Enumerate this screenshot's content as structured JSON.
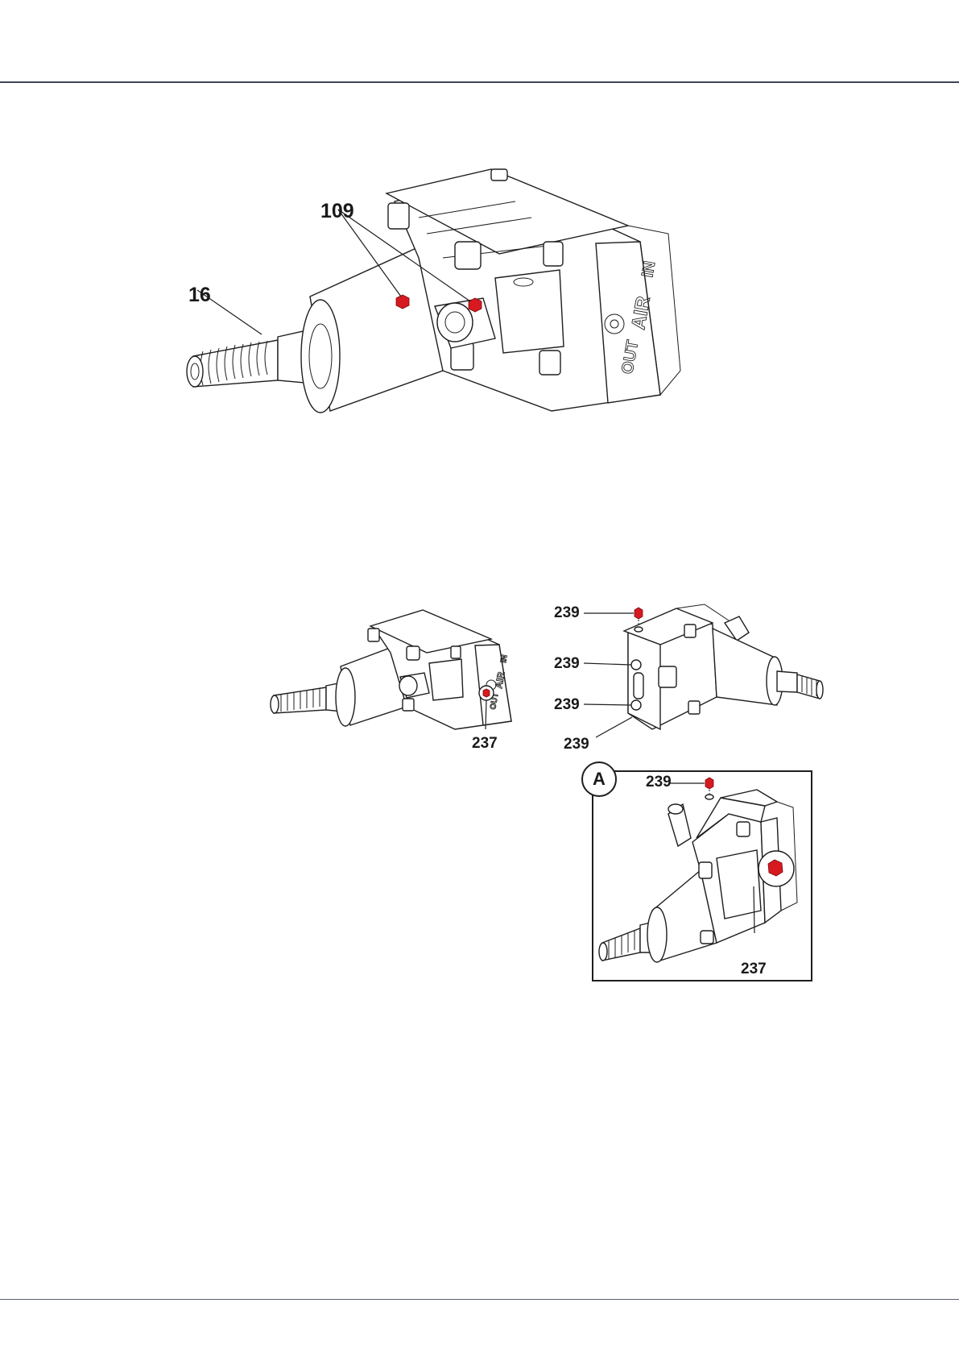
{
  "figure_top": {
    "callouts": {
      "c16": "16",
      "c109": "109"
    },
    "housing_text": {
      "out": "OUT",
      "air": "AIR",
      "in": "IN"
    }
  },
  "figure_bottom_left": {
    "callouts": {
      "c237": "237"
    },
    "housing_text": {
      "out": "OUT",
      "air": "AIR",
      "in": "IN"
    }
  },
  "figure_bottom_right": {
    "callouts": {
      "c239a": "239",
      "c239b": "239",
      "c239c": "239",
      "c239d": "239"
    }
  },
  "detail_a": {
    "tag": "A",
    "callouts": {
      "c239": "239",
      "c237": "237"
    }
  },
  "colors": {
    "highlight": "#d71920",
    "rule": "#3c4656"
  }
}
